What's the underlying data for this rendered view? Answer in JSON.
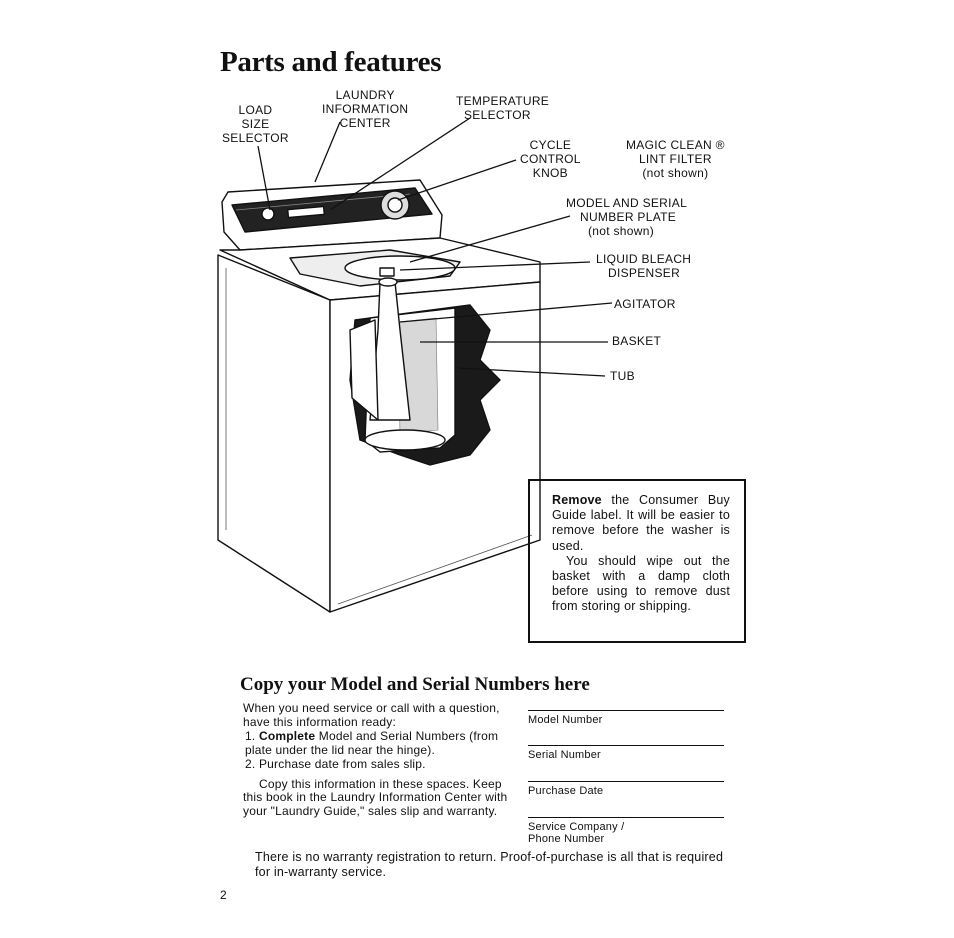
{
  "title": "Parts and features",
  "labels": {
    "load_size_selector": [
      "LOAD",
      "SIZE",
      "SELECTOR"
    ],
    "laundry_info_center": [
      "LAUNDRY",
      "INFORMATION",
      "CENTER"
    ],
    "temperature_selector": [
      "TEMPERATURE",
      "SELECTOR"
    ],
    "cycle_control_knob": [
      "CYCLE",
      "CONTROL",
      "KNOB"
    ],
    "magic_clean": [
      "MAGIC CLEAN ®",
      "LINT FILTER",
      "(not shown)"
    ],
    "model_serial_plate": [
      "MODEL AND SERIAL",
      "NUMBER PLATE",
      "(not shown)"
    ],
    "liquid_bleach": [
      "LIQUID BLEACH",
      "DISPENSER"
    ],
    "agitator": "AGITATOR",
    "basket": "BASKET",
    "tub": "TUB"
  },
  "note": {
    "remove_bold": "Remove",
    "para1_rest": " the Consumer Buy Guide label. It will be easier to remove before the washer is used.",
    "para2": "You should wipe out the basket with a damp cloth before using to remove dust from storing or shipping."
  },
  "copy_section": {
    "heading": "Copy your Model and Serial Numbers here",
    "intro": "When you need service or call with a question, have this information ready:",
    "step1_num": "1.",
    "step1_bold": "Complete",
    "step1_rest": " Model and Serial Numbers (from plate under the lid near the hinge).",
    "step2_num": "2.",
    "step2": "Purchase date from sales slip.",
    "copy_para": "Copy this information in these spaces. Keep this book in the Laundry Information Center with your \"Laundry Guide,\" sales slip and warranty.",
    "fields": [
      "Model Number",
      "Serial Number",
      "Purchase Date",
      "Service Company /",
      "Phone Number"
    ]
  },
  "footer": "There is no warranty registration to return. Proof-of-purchase is all that is required for in-warranty service.",
  "page_number": "2"
}
